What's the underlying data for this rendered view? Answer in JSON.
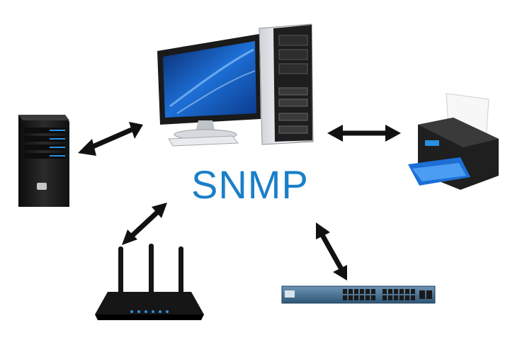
{
  "diagram": {
    "center_label": "SNMP",
    "colors": {
      "label": "#1a7fc8",
      "arrow": "#111111",
      "device_dark": "#1b1b1b",
      "screen_blue": "#1d6fd6",
      "switch_blue": "#3d6b8f",
      "led_blue": "#2a8fe0"
    },
    "nodes": [
      {
        "id": "desktop-computer",
        "icon": "desktop-computer-icon"
      },
      {
        "id": "server",
        "icon": "server-tower-icon"
      },
      {
        "id": "printer",
        "icon": "printer-icon"
      },
      {
        "id": "router",
        "icon": "wifi-router-icon"
      },
      {
        "id": "switch",
        "icon": "network-switch-icon"
      }
    ],
    "connections": [
      {
        "from": "server",
        "to": "desktop-computer",
        "type": "bidirectional"
      },
      {
        "from": "desktop-computer",
        "to": "printer",
        "type": "bidirectional"
      },
      {
        "from": "router",
        "to": "center",
        "type": "bidirectional"
      },
      {
        "from": "switch",
        "to": "center",
        "type": "bidirectional"
      }
    ]
  }
}
